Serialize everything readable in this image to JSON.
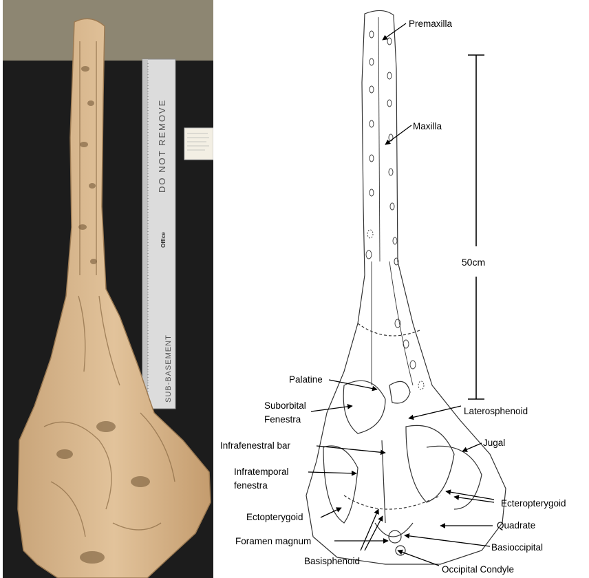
{
  "photo": {
    "ruler_text_1": "DO NOT REMOVE",
    "ruler_text_2": "Office",
    "ruler_text_3": "SUB-BASEMENT"
  },
  "scale_bar": {
    "label": "50cm"
  },
  "labels": {
    "premaxilla": "Premaxilla",
    "maxilla": "Maxilla",
    "palatine": "Palatine",
    "suborbital_1": "Suborbital",
    "suborbital_2": "Fenestra",
    "laterosphenoid": "Laterosphenoid",
    "infrafenestral": "Infrafenestral bar",
    "jugal": "Jugal",
    "infratemporal_1": "Infratemporal",
    "infratemporal_2": "fenestra",
    "ecteropterygoid": "Ecteropterygoid",
    "ectopterygoid": "Ectopterygoid",
    "quadrate": "Quadrate",
    "foramen_magnum": "Foramen magnum",
    "basioccipital": "Basioccipital",
    "basisphenoid": "Basisphenoid",
    "occipital_condyle": "Occipital Condyle"
  }
}
